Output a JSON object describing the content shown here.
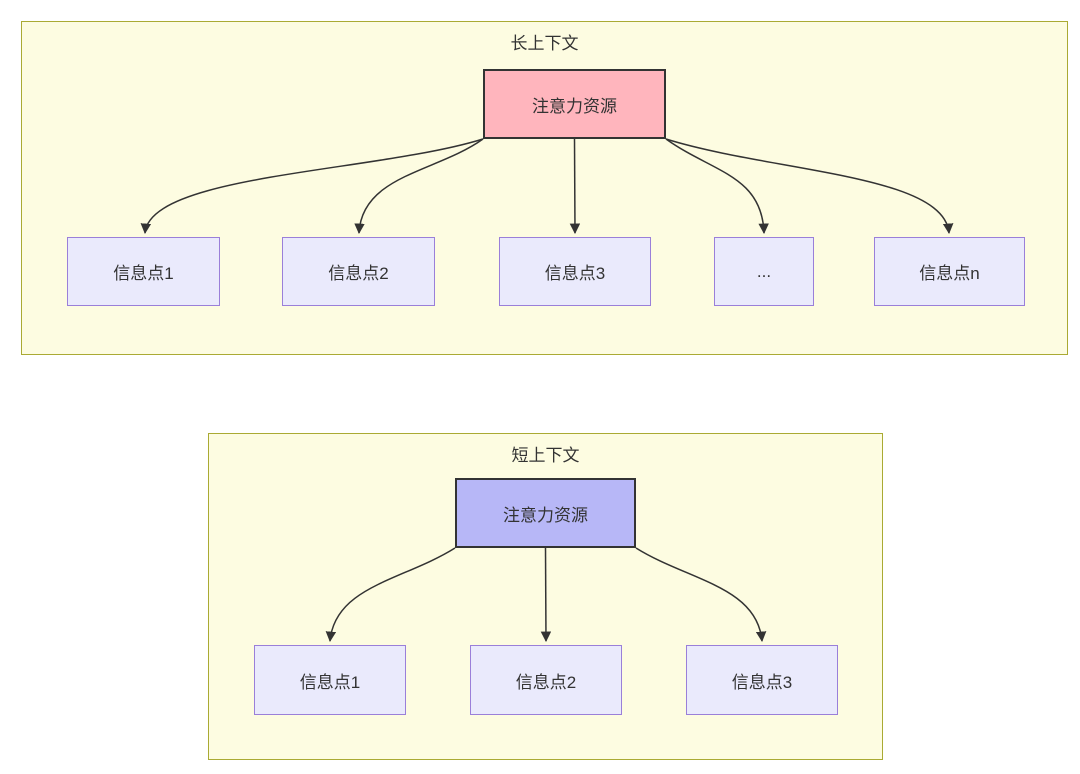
{
  "diagram": {
    "long_context": {
      "title": "长上下文",
      "source": {
        "label": "注意力资源"
      },
      "targets": [
        {
          "label": "信息点1"
        },
        {
          "label": "信息点2"
        },
        {
          "label": "信息点3"
        },
        {
          "label": "..."
        },
        {
          "label": "信息点n"
        }
      ]
    },
    "short_context": {
      "title": "短上下文",
      "source": {
        "label": "注意力资源"
      },
      "targets": [
        {
          "label": "信息点1"
        },
        {
          "label": "信息点2"
        },
        {
          "label": "信息点3"
        }
      ]
    },
    "colors": {
      "container_fill": "#fdfce1",
      "container_border": "#aaaa33",
      "node_fill": "#eaeafc",
      "node_border": "#9a7fd9",
      "source_long_fill": "#ffb5bd",
      "source_short_fill": "#b7b7f7",
      "edge": "#333333",
      "text": "#333333"
    }
  }
}
